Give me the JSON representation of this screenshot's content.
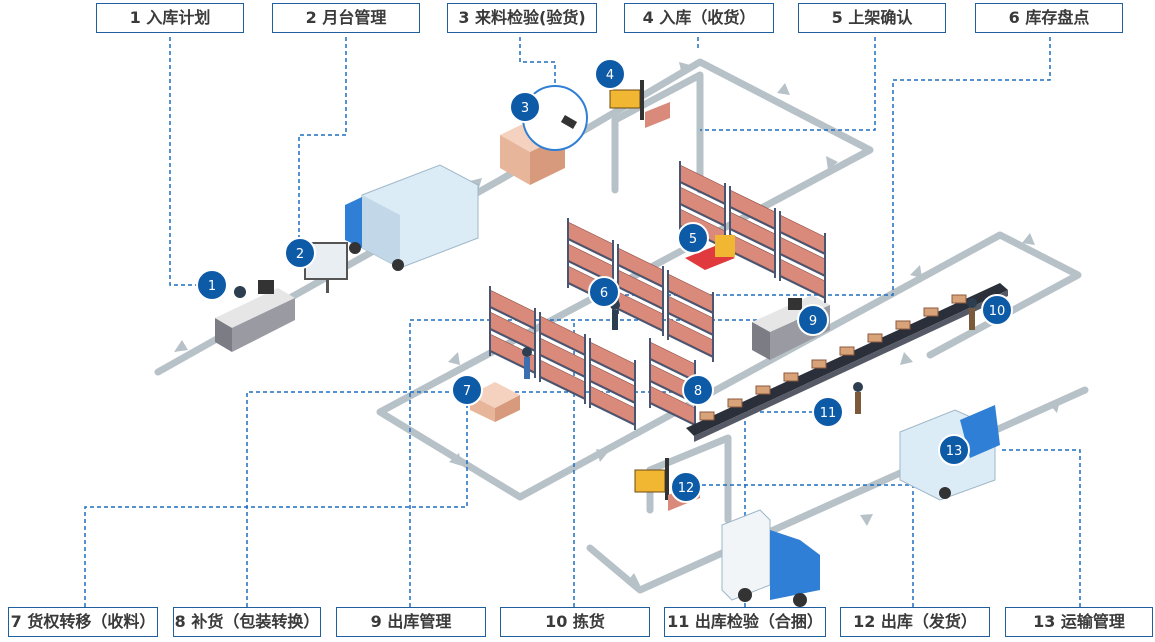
{
  "colors": {
    "label_border": "#1f5f9e",
    "badge": "#0d5aa7",
    "dash": "#1f6fc0",
    "flow": "#b7c1c8",
    "rack": "#4a5572",
    "box": "#d98a7a",
    "truck_blue": "#2f7fd6",
    "truck_box": "#dcecf6"
  },
  "labels": [
    "1 入库计划",
    "2 月台管理",
    "3 来料检验(验货)",
    "4 入库（收货）",
    "5 上架确认",
    "6 库存盘点",
    "7 货权转移（收料）",
    "8 补货（包装转换）",
    "9 出库管理",
    "10 拣货",
    "11 出库检验（合捆）",
    "12 出库（发货）",
    "13 运输管理"
  ],
  "badges": [
    "1",
    "2",
    "3",
    "4",
    "5",
    "6",
    "7",
    "8",
    "9",
    "10",
    "11",
    "12",
    "13"
  ]
}
